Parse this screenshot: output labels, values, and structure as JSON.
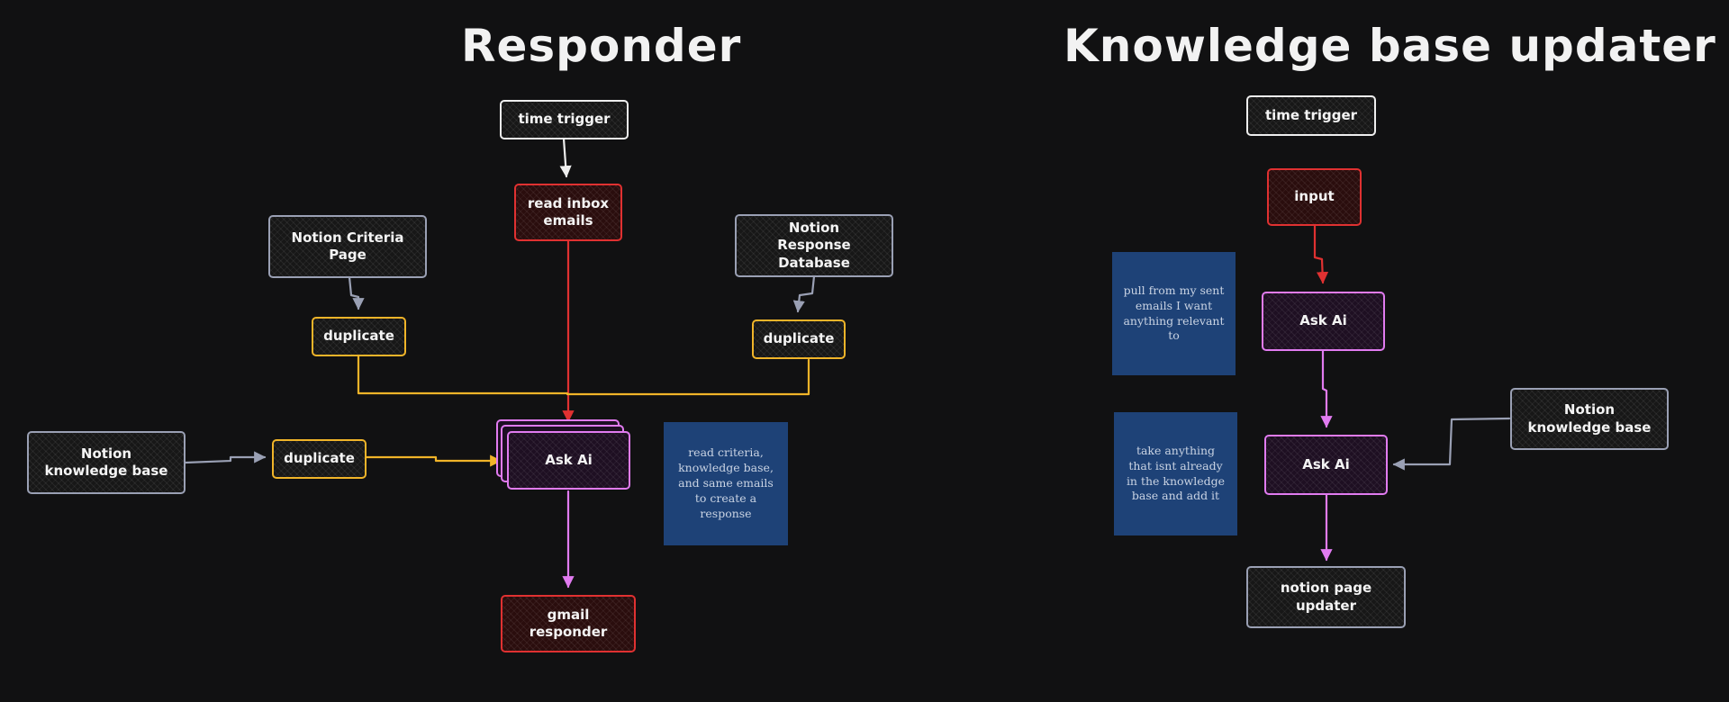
{
  "responder": {
    "title": "Responder",
    "nodes": {
      "time_trigger": "time trigger",
      "read_inbox": "read inbox emails",
      "notion_criteria": "Notion Criteria Page",
      "notion_response_db": "Notion Response Database",
      "duplicate_criteria": "duplicate",
      "duplicate_response": "duplicate",
      "notion_kb": "Notion knowledge base",
      "duplicate_kb": "duplicate",
      "ask_ai": "Ask Ai",
      "gmail_responder": "gmail responder"
    },
    "note": "read criteria, knowledge base, and same emails to create a response"
  },
  "updater": {
    "title": "Knowledge base updater",
    "nodes": {
      "time_trigger": "time trigger",
      "input": "input",
      "ask_ai_1": "Ask Ai",
      "ask_ai_2": "Ask Ai",
      "notion_kb": "Notion knowledge base",
      "notion_page_updater": "notion page updater"
    },
    "notes": {
      "note_1": "pull from my sent emails I want anything relevant to",
      "note_2": "take anything that isnt already in the knowledge base and add it"
    }
  },
  "colors": {
    "background": "#111112",
    "white": "#eeeeee",
    "red": "#e03131",
    "gray": "#9aa0b4",
    "yellow": "#f0b429",
    "purple": "#e17bf0",
    "note_blue": "#1e4277"
  }
}
